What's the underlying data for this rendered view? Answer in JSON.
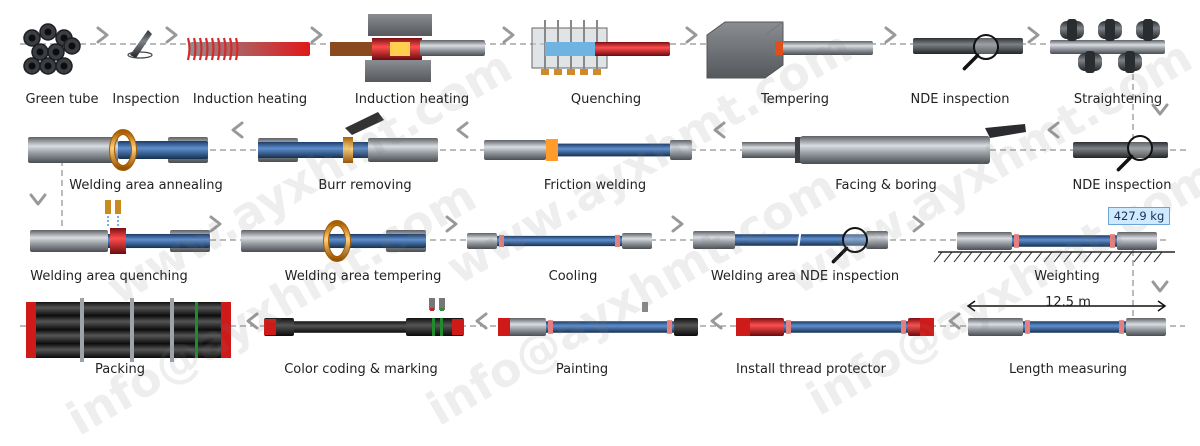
{
  "watermarks": [
    "www.ayxhmt.com",
    "info@ayxhmt.com"
  ],
  "weight_readout": "427.9  kg",
  "length_readout": "12.5 m",
  "rows": [
    {
      "direction": "right",
      "steps": [
        {
          "label": "Green tube",
          "icon": "tube-bundle"
        },
        {
          "label": "Inspection",
          "icon": "inspection-probe"
        },
        {
          "label": "Induction heating",
          "icon": "induction-coil"
        },
        {
          "label": "Induction heating",
          "icon": "upset-forging-die"
        },
        {
          "label": "Quenching",
          "icon": "quench-box"
        },
        {
          "label": "Tempering",
          "icon": "tempering-furnace"
        },
        {
          "label": "NDE inspection",
          "icon": "magnifier"
        },
        {
          "label": "Straightening",
          "icon": "straightening-rollers"
        }
      ]
    },
    {
      "direction": "left",
      "steps": [
        {
          "label": "NDE inspection",
          "icon": "magnifier"
        },
        {
          "label": "Facing & boring",
          "icon": "boring-tool"
        },
        {
          "label": "Friction welding",
          "icon": "welded-pipe"
        },
        {
          "label": "Burr removing",
          "icon": "burr-cutter"
        },
        {
          "label": "Welding area annealing",
          "icon": "heating-ring"
        }
      ]
    },
    {
      "direction": "right",
      "steps": [
        {
          "label": "Welding area quenching",
          "icon": "water-nozzles"
        },
        {
          "label": "Welding area tempering",
          "icon": "heating-ring"
        },
        {
          "label": "Cooling",
          "icon": "drill-pipe"
        },
        {
          "label": "Welding area NDE inspection",
          "icon": "magnifier"
        },
        {
          "label": "Weighting",
          "icon": "scale"
        }
      ]
    },
    {
      "direction": "left",
      "steps": [
        {
          "label": "Length measuring",
          "icon": "length-gauge"
        },
        {
          "label": "Install thread protector",
          "icon": "thread-protector"
        },
        {
          "label": "Painting",
          "icon": "paint-nozzle"
        },
        {
          "label": "Color coding & marking",
          "icon": "marking-nozzles"
        },
        {
          "label": "Packing",
          "icon": "pipe-bundle"
        }
      ]
    }
  ]
}
